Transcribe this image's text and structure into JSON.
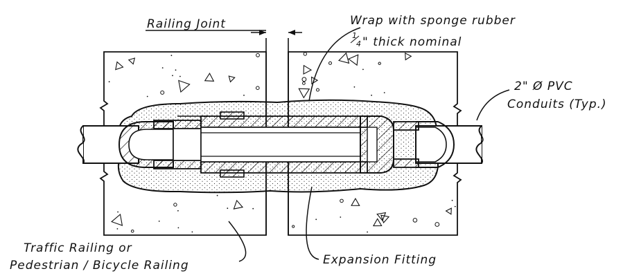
{
  "labels": {
    "railing_joint": "Railing Joint",
    "wrap_line1": "Wrap with sponge rubber",
    "wrap_fraction_num": "1",
    "wrap_fraction_den": "4",
    "wrap_line2": "\" thick nominal",
    "pvc_line1": "2\" Ø PVC",
    "pvc_line2": "Conduits (Typ.)",
    "railing_line1": "Traffic Railing or",
    "railing_line2": "Pedestrian / Bicycle Railing",
    "expansion_fitting": "Expansion Fitting"
  },
  "colors": {
    "ink": "#111111",
    "background": "#ffffff"
  }
}
